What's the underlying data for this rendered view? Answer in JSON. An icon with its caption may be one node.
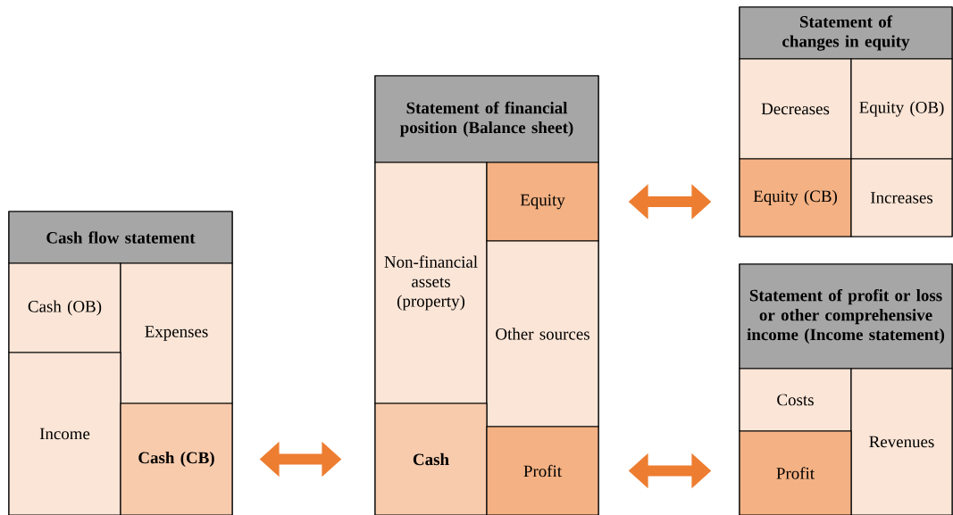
{
  "diagram": {
    "nodes": [
      {
        "text": [
          "Cash flow statement"
        ]
      },
      {
        "text": [
          "Cash (OB)"
        ],
        "in": 0
      },
      {
        "text": [
          "Expenses"
        ],
        "in": 0
      },
      {
        "text": [
          "Income"
        ],
        "in": 0
      },
      {
        "text": [
          "Cash (CB)"
        ],
        "in": 0
      },
      {
        "text": [
          "Statement of financial position (Balance sheet)"
        ]
      },
      {
        "text": [
          "Non-financial assets (property)"
        ],
        "in": 5
      },
      {
        "text": [
          "Equity"
        ],
        "in": 5
      },
      {
        "text": [
          "Other sources"
        ],
        "in": 5
      },
      {
        "text": [
          "Cash"
        ],
        "in": 5
      },
      {
        "text": [
          "Profit"
        ],
        "in": 5
      },
      {
        "text": [
          "Statement of changes in equity"
        ]
      },
      {
        "text": [
          "Decreases"
        ],
        "in": 11
      },
      {
        "text": [
          "Equity (OB)"
        ],
        "in": 11
      },
      {
        "text": [
          "Equity (CB)"
        ],
        "in": 11
      },
      {
        "text": [
          "Increases"
        ],
        "in": 11
      },
      {
        "text": [
          "Statement of profit or loss or other comprehensive income (Income statement)"
        ]
      },
      {
        "text": [
          "Costs"
        ],
        "in": 16
      },
      {
        "text": [
          "Revenues"
        ],
        "in": 16
      },
      {
        "text": [
          "Profit"
        ],
        "in": 16
      }
    ],
    "edges": [
      {
        "from": 4,
        "to": 9,
        "arrow": "both"
      },
      {
        "from": 7,
        "to": 14,
        "arrow": "both"
      },
      {
        "from": 10,
        "to": 19,
        "arrow": "both"
      }
    ]
  }
}
